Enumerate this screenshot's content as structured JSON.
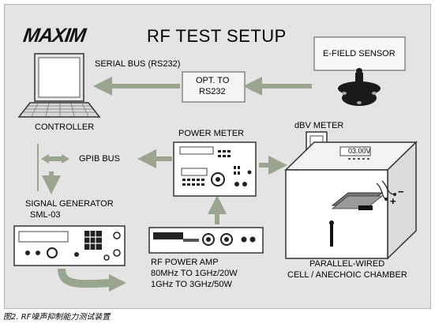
{
  "header": {
    "logo": "MAXIM",
    "title": "RF TEST SETUP"
  },
  "labels": {
    "serial_bus": "SERIAL BUS (RS232)",
    "opt_line1": "OPT. TO",
    "opt_line2": "RS232",
    "e_field_sensor": "E-FIELD SENSOR",
    "controller": "CONTROLLER",
    "power_meter": "POWER METER",
    "dbv_meter": "dBV METER",
    "meter_readout": "03.00V",
    "gpib_bus": "GPIB BUS",
    "signal_generator_line1": "SIGNAL GENERATOR",
    "signal_generator_line2": "SML-03",
    "rf_amp_line1": "RF POWER AMP",
    "rf_amp_line2": "80MHz TO 1GHz/20W",
    "rf_amp_line3": "1GHz TO 3GHz/50W",
    "cell_line1": "PARALLEL-WIRED",
    "cell_line2": "CELL / ANECHOIC CHAMBER",
    "plus": "+",
    "minus": "−"
  },
  "caption": "图2. RF噪声抑制能力测试装置",
  "colors": {
    "arrow": "#9aa58f",
    "panel": "#e4e4e4",
    "device": "#ffffff"
  }
}
